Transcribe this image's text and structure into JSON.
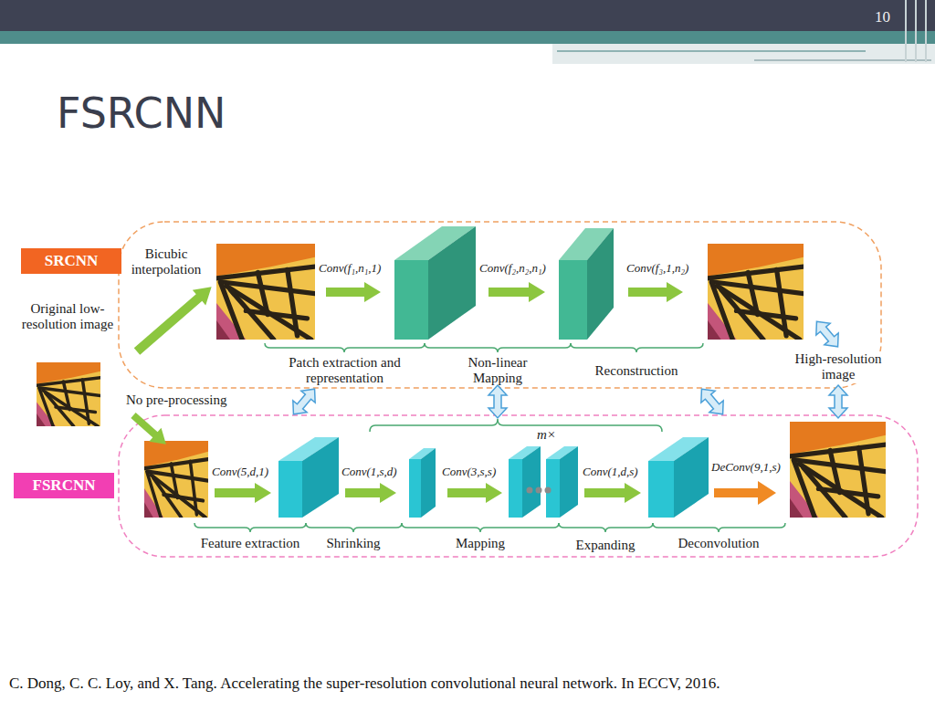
{
  "diagram": {
    "title": "FSRCNN",
    "caption": "C. Dong, C. C. Loy, and X. Tang. Accelerating the super-resolution convolutional neural network. In ECCV, 2016.",
    "nodes": [
      {
        "text": [
          "SRCNN"
        ]
      },
      {
        "text": [
          "FSRCNN"
        ]
      }
    ],
    "labels": [
      "10",
      "Bicubic interpolation",
      "Original low-resolution image",
      "Conv(f₁,n₁,1)",
      "Conv(f₂,n₂,n₁)",
      "Conv(f₃,1,n₂)",
      "Patch extraction and representation",
      "Non-linear Mapping",
      "Reconstruction",
      "High-resolution image",
      "No pre-processing",
      "m×",
      "Conv(5,d,1)",
      "Conv(1,s,d)",
      "Conv(3,s,s)",
      "Conv(1,d,s)",
      "DeConv(9,1,s)",
      "Feature extraction",
      "Shrinking",
      "Mapping",
      "Expanding",
      "Deconvolution"
    ]
  }
}
